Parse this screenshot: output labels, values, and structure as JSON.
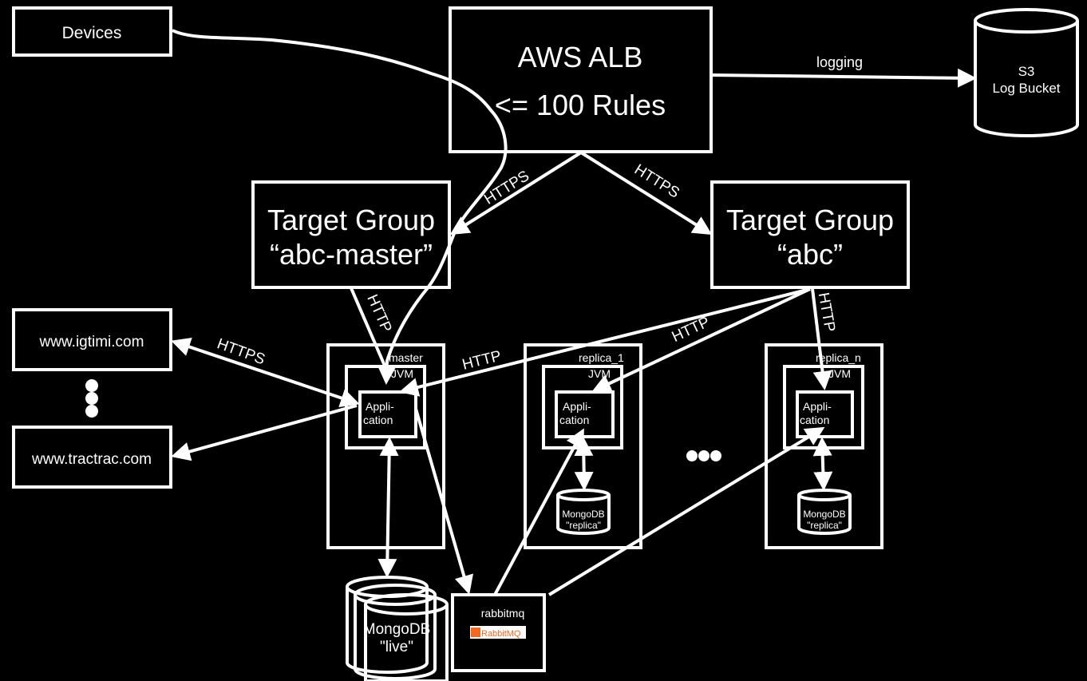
{
  "devices": "Devices",
  "alb": {
    "title": "AWS ALB",
    "rules": "<= 100 Rules"
  },
  "s3": {
    "line1": "S3",
    "line2": "Log Bucket"
  },
  "logging": "logging",
  "tg_master": {
    "line1": "Target Group",
    "line2": "“abc-master”"
  },
  "tg_abc": {
    "line1": "Target Group",
    "line2": "“abc”"
  },
  "protocols": {
    "https": "HTTPS",
    "http": "HTTP"
  },
  "igtimi": "www.igtimi.com",
  "tractrac": "www.tractrac.com",
  "nodes": [
    {
      "name": "master",
      "jvm": "JVM",
      "app1": "Appli-",
      "app2": "cation"
    },
    {
      "name": "replica_1",
      "jvm": "JVM",
      "app1": "Appli-",
      "app2": "cation",
      "db1": "MongoDB",
      "db2": "\"replica\""
    },
    {
      "name": "replica_n",
      "jvm": "JVM",
      "app1": "Appli-",
      "app2": "cation",
      "db1": "MongoDB",
      "db2": "\"replica\""
    }
  ],
  "rabbitmq": {
    "label": "rabbitmq",
    "logo": "RabbitMQ"
  },
  "mongo_live": {
    "line1": "MongoDB",
    "line2": "\"live\""
  },
  "colors": {
    "background": "#000000",
    "stroke": "#ffffff",
    "rabbit_orange": "#f26822"
  }
}
